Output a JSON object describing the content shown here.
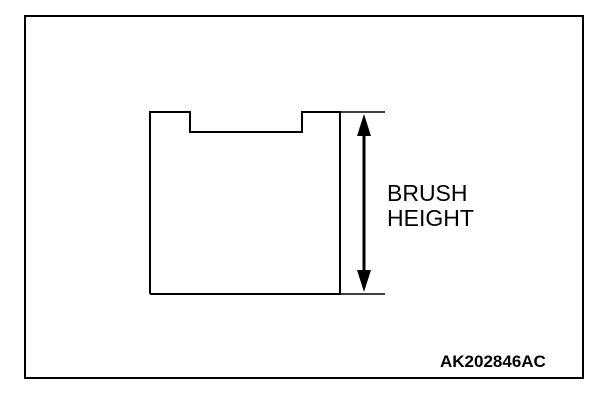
{
  "figure": {
    "label_line1": "BRUSH",
    "label_line2": "HEIGHT",
    "figure_code": "AK202846AC"
  },
  "colors": {
    "line": "#000000",
    "background": "#ffffff"
  }
}
